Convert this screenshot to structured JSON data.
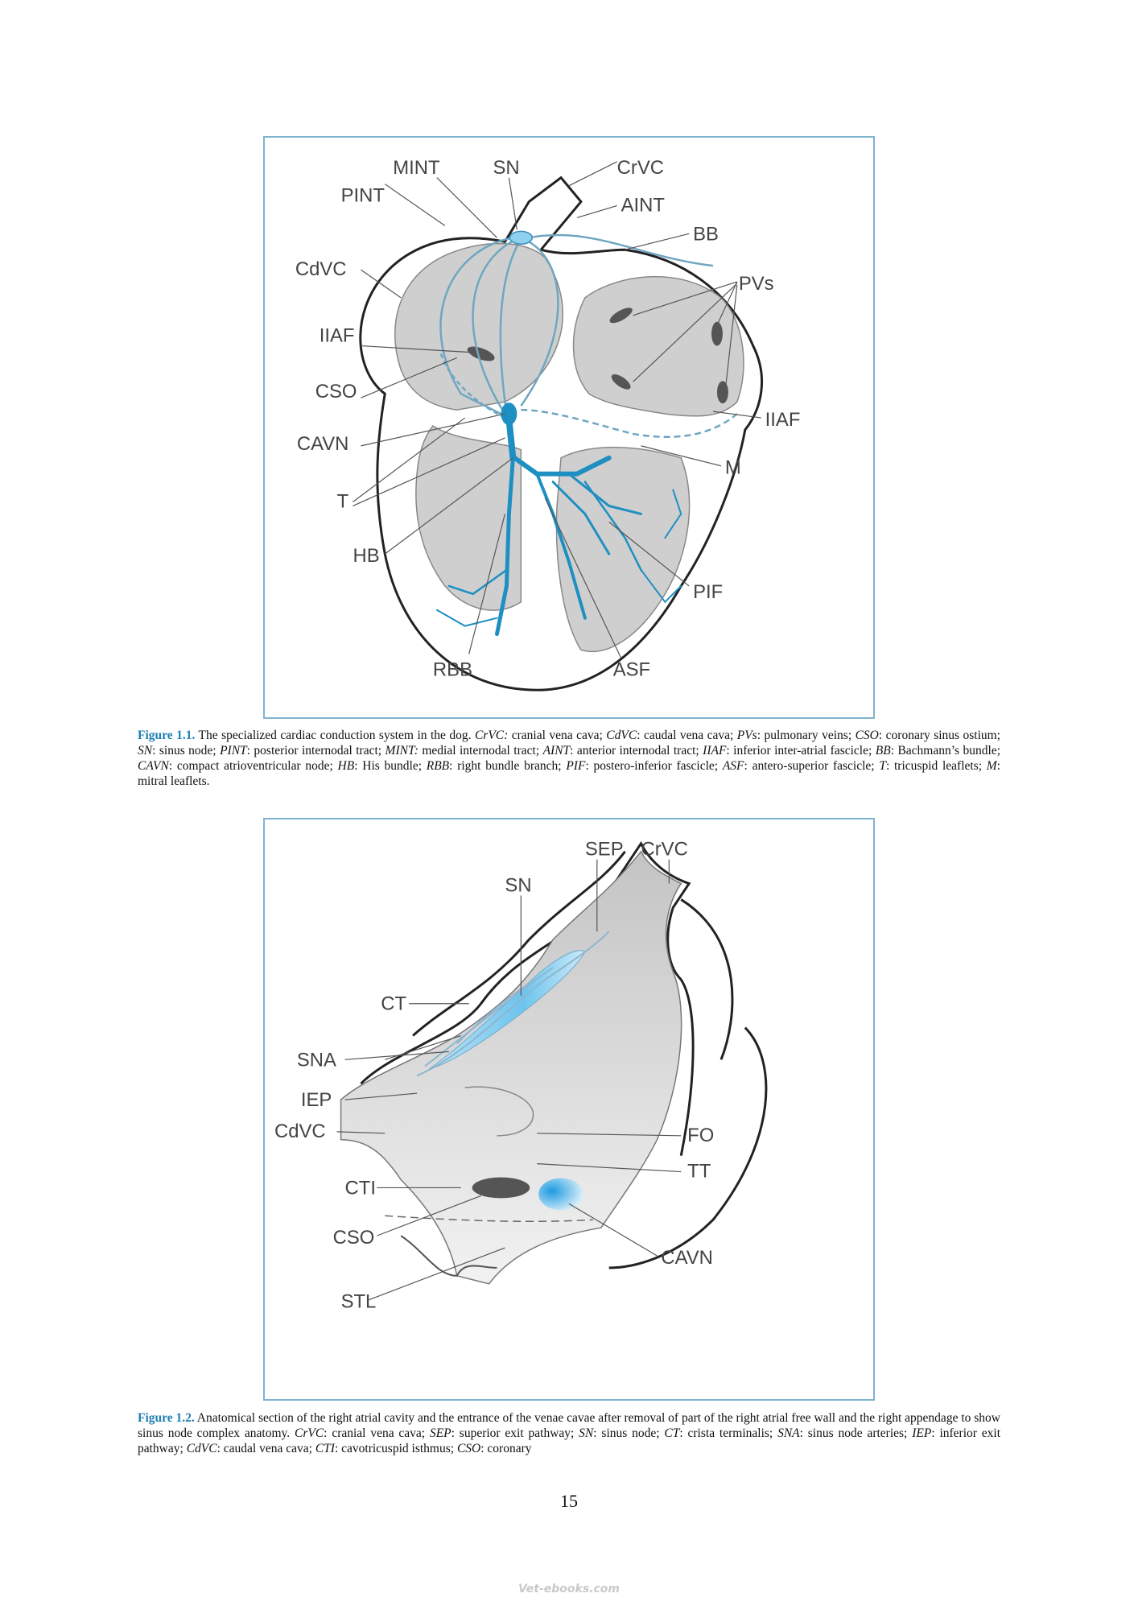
{
  "figure1": {
    "labels": {
      "mint": "MINT",
      "sn": "SN",
      "crvc": "CrVC",
      "pint": "PINT",
      "aint": "AINT",
      "bb": "BB",
      "cdvc": "CdVC",
      "pvs": "PVs",
      "iiaf": "IIAF",
      "cso": "CSO",
      "iiaf_right": "IIAF",
      "cavn": "CAVN",
      "m": "M",
      "t": "T",
      "hb": "HB",
      "pif": "PIF",
      "rbb": "RBB",
      "asf": "ASF"
    },
    "caption": {
      "number": "Figure 1.1.",
      "intro": "The specialized cardiac conduction system in the dog.",
      "terms": [
        {
          "abbr": "CrVC:",
          "def": "cranial vena cava;"
        },
        {
          "abbr": "CdVC",
          "def": ": caudal vena cava;"
        },
        {
          "abbr": "PVs",
          "def": ": pulmonary veins;"
        },
        {
          "abbr": "CSO",
          "def": ": coronary sinus ostium;"
        },
        {
          "abbr": "SN",
          "def": ": sinus node;"
        },
        {
          "abbr": "PINT",
          "def": ": posterior internodal tract;"
        },
        {
          "abbr": "MINT:",
          "def": "medial internodal tract;"
        },
        {
          "abbr": "AINT",
          "def": ": anterior internodal tract;"
        },
        {
          "abbr": "IIAF",
          "def": ": inferior inter-atrial fascicle;"
        },
        {
          "abbr": "BB",
          "def": ": Bachmann’s bundle;"
        },
        {
          "abbr": "CAVN",
          "def": ": compact atrioventricular node;"
        },
        {
          "abbr": "HB",
          "def": ": His bundle;"
        },
        {
          "abbr": "RBB",
          "def": ": right bundle branch;"
        },
        {
          "abbr": "PIF",
          "def": ": postero-inferior fascicle;"
        },
        {
          "abbr": "ASF",
          "def": ": antero-superior fascicle;"
        },
        {
          "abbr": "T",
          "def": ": tricuspid leaflets;"
        },
        {
          "abbr": "M",
          "def": ": mitral leaflets."
        }
      ]
    }
  },
  "figure2": {
    "labels": {
      "sep": "SEP",
      "crvc": "CrVC",
      "sn": "SN",
      "ct": "CT",
      "sna": "SNA",
      "iep": "IEP",
      "cdvc": "CdVC",
      "fo": "FO",
      "tt": "TT",
      "cti": "CTI",
      "cso": "CSO",
      "cavn": "CAVN",
      "stl": "STL"
    },
    "caption": {
      "number": "Figure 1.2.",
      "intro": "Anatomical section of the right atrial cavity and the entrance of the venae cavae after removal of part of the right atrial free wall and the right appendage to show sinus node complex anatomy.",
      "terms": [
        {
          "abbr": "CrVC",
          "def": ": cranial vena cava;"
        },
        {
          "abbr": "SEP",
          "def": ": superior exit pathway;"
        },
        {
          "abbr": "SN",
          "def": ": sinus node;"
        },
        {
          "abbr": "CT",
          "def": ": crista terminalis;"
        },
        {
          "abbr": "SNA",
          "def": ": sinus node arteries;"
        },
        {
          "abbr": "IEP",
          "def": ": inferior exit pathway;"
        },
        {
          "abbr": "CdVC",
          "def": ": caudal vena cava;"
        },
        {
          "abbr": "CTI",
          "def": ": cavotricuspid isthmus;"
        },
        {
          "abbr": "CSO",
          "def": ": coronary"
        }
      ]
    }
  },
  "page_number": "15",
  "watermark": "Vet-ebooks.com"
}
